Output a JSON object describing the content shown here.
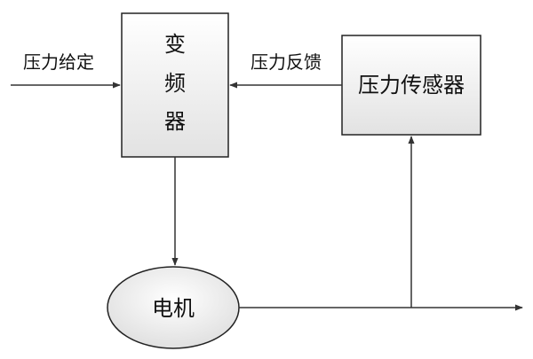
{
  "nodes": {
    "inverter": {
      "label_line1": "变",
      "label_line2": "频",
      "label_line3": "器"
    },
    "pressure_sensor": {
      "label": "压力传感器"
    },
    "motor": {
      "label": "电机"
    }
  },
  "edges": {
    "pressure_setpoint": {
      "label": "压力给定"
    },
    "pressure_feedback": {
      "label": "压力反馈"
    }
  },
  "colors": {
    "line": "#333333",
    "box_fill_top": "#ffffff",
    "box_fill_bottom": "#e4e4e4",
    "box_border": "#222222"
  }
}
